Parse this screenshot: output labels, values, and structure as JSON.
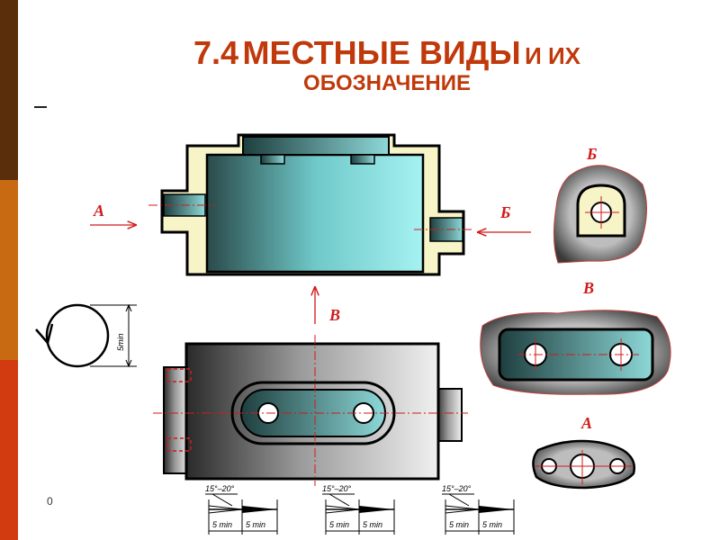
{
  "slide": {
    "title_number": "7.4",
    "title_main": "МЕСТНЫЕ ВИДЫ",
    "title_connector": "И ИХ",
    "title_line2": "ОБОЗНАЧЕНИЕ",
    "footer_mark": "0"
  },
  "drawing": {
    "view_labels": {
      "a_arrow": "А",
      "b_arrow": "Б",
      "v_arrow": "В",
      "b_view": "Б",
      "v_view": "В",
      "a_view": "А"
    },
    "symbol_dim": "5min",
    "angle_label": "15°–20°",
    "min_label": "5 min"
  },
  "colors": {
    "accent_title": "#c0390b",
    "label_red": "#d11a1a",
    "part_cyan": "#7fd8d8",
    "part_cream": "#f7f4c8"
  }
}
